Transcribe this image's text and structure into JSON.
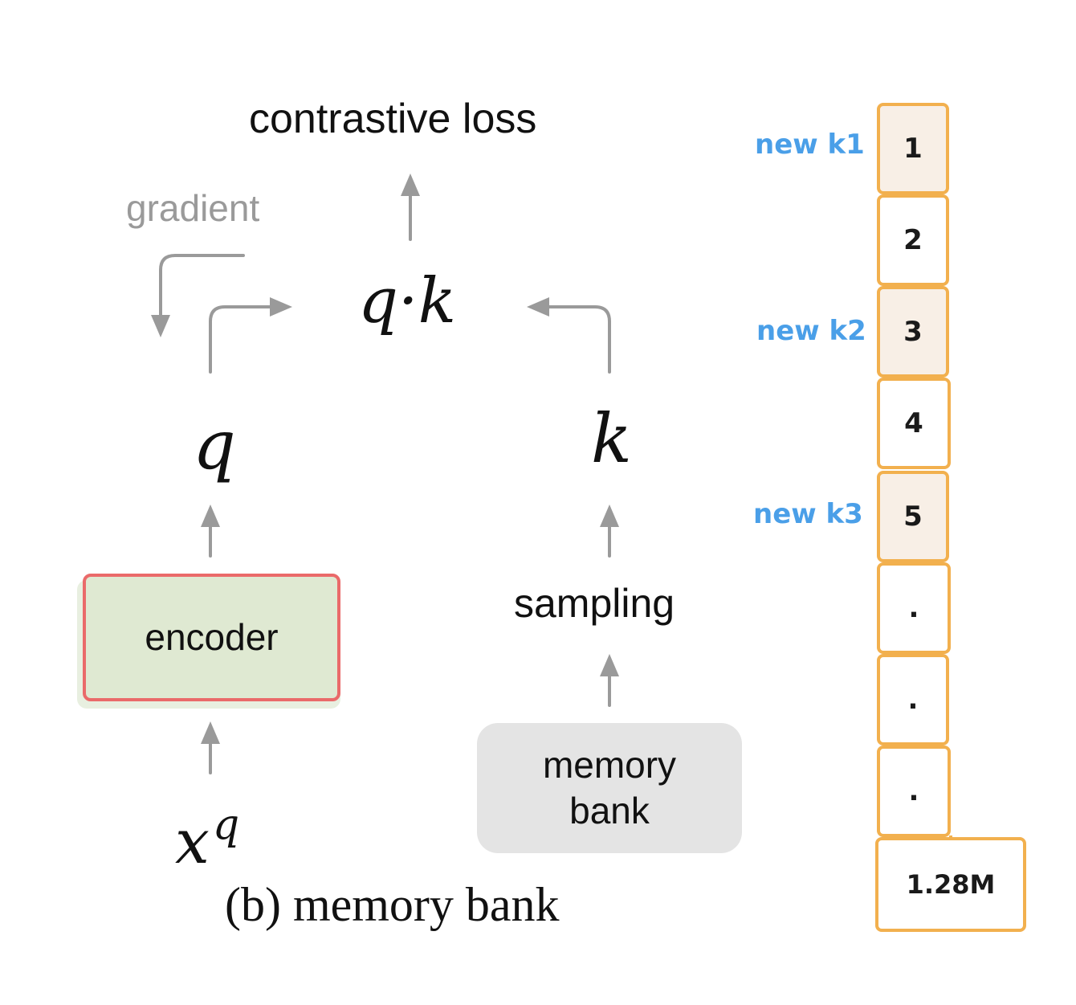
{
  "title": "contrastive loss",
  "gradient_label": "gradient",
  "dot_product": "q·k",
  "q_symbol": "q",
  "k_symbol": "k",
  "encoder_label": "encoder",
  "sampling_label": "sampling",
  "memory_bank_line1": "memory",
  "memory_bank_line2": "bank",
  "input_base": "x",
  "input_sup": "q",
  "caption": "(b) memory bank",
  "colors": {
    "arrow": "#9a9a9a",
    "encoder_fill": "#dfe9d2",
    "encoder_border": "#ea6a6a",
    "memory_fill": "#e4e4e4",
    "cell_border": "#f2b04e",
    "cell_highlight": "#f8efe6",
    "new_label": "#4a9fe8"
  },
  "bank": {
    "cells": [
      {
        "label": "1",
        "highlight": true
      },
      {
        "label": "2",
        "highlight": false
      },
      {
        "label": "3",
        "highlight": true
      },
      {
        "label": "4",
        "highlight": false
      },
      {
        "label": "5",
        "highlight": true
      },
      {
        "label": ".",
        "highlight": false
      },
      {
        "label": ".",
        "highlight": false
      },
      {
        "label": ".",
        "highlight": false
      }
    ],
    "last_cell": "1.28M",
    "new_labels": [
      "new k1",
      "new k2",
      "new k3"
    ]
  }
}
